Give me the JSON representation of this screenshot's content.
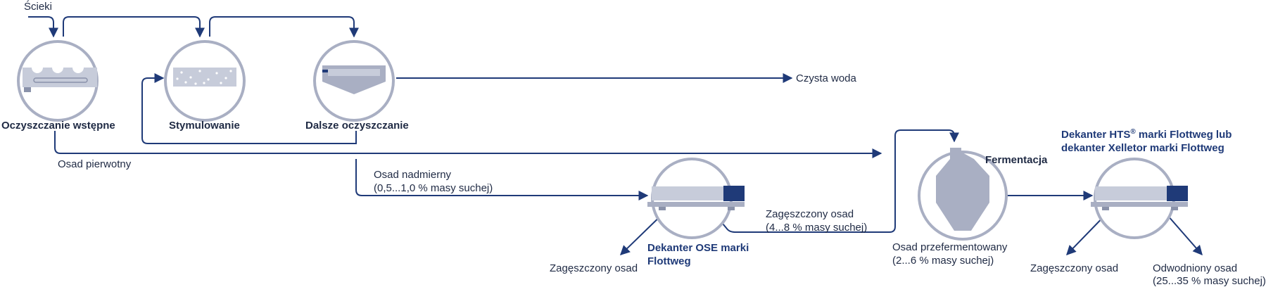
{
  "colors": {
    "flow": "#1f3a78",
    "ring": "#a9afc3",
    "equipment_light": "#c7ccda",
    "equipment_dark": "#1f3a78",
    "text": "#1f2a44"
  },
  "labels": {
    "input": "Ścieki",
    "pretreatment": "Oczyszczanie wstępne",
    "stimulation": "Stymulowanie",
    "further_treatment": "Dalsze oczyszczanie",
    "clean_water": "Czysta woda",
    "primary_sludge": "Osad pierwotny",
    "excess_sludge_1": "Osad nadmierny",
    "excess_sludge_2": "(0,5...1,0 % masy suchej)",
    "thickened_sludge_1": "Zagęszczony osad",
    "thickened_sludge_2": "(4...8 % masy suchej)",
    "decanter_ose_1": "Dekanter OSE marki",
    "decanter_ose_2": "Flottweg",
    "thickened_out_left": "Zagęszczony osad",
    "fermentation": "Fermentacja",
    "fermented_1": "Osad przefermentowany",
    "fermented_2": "(2...6 % masy suchej)",
    "decanter_hts_1a": "Dekanter HTS",
    "decanter_hts_1sup": "®",
    "decanter_hts_1b": " marki Flottweg lub",
    "decanter_hts_2": "dekanter Xelletor marki Flottweg",
    "thickened_out_right": "Zagęszczony osad",
    "dewatered_1": "Odwodniony osad",
    "dewatered_2": "(25...35 % masy suchej)"
  }
}
